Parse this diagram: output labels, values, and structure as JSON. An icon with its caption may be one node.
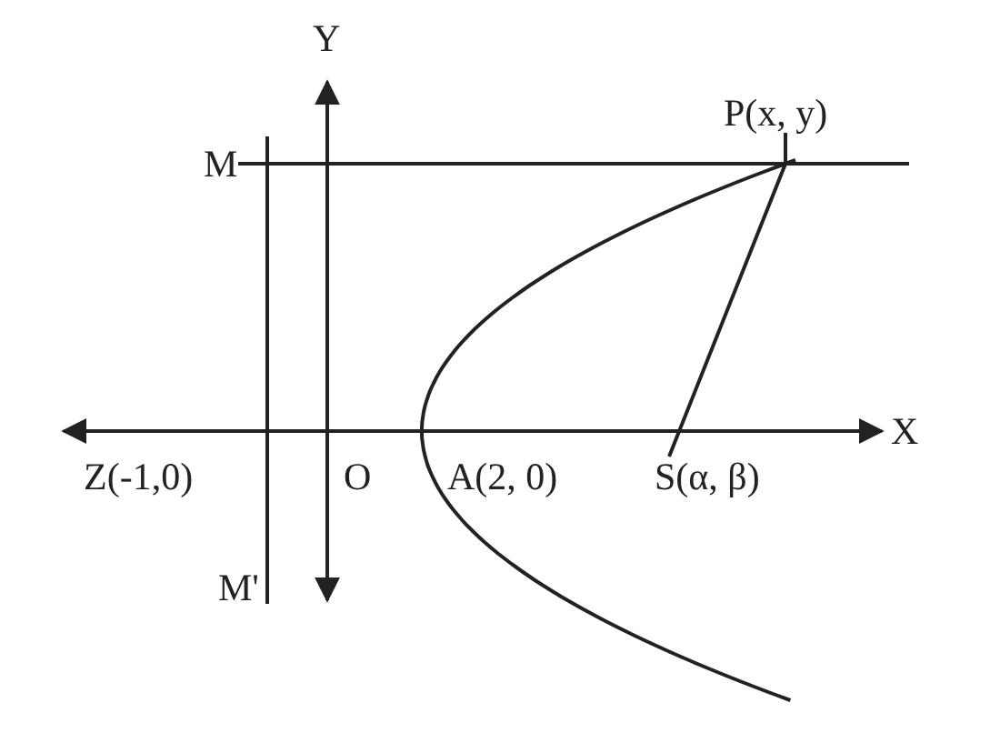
{
  "diagram": {
    "nodes": [
      {
        "text": [
          "M"
        ]
      },
      {
        "text": [
          "P(x, y)"
        ]
      },
      {
        "text": [
          "S(α, β)"
        ]
      }
    ],
    "edges": [
      {
        "from": 0,
        "to": 1,
        "arrow": "none"
      },
      {
        "from": 1,
        "to": 2,
        "arrow": "none"
      }
    ],
    "labels": [
      "Y",
      "X",
      "O",
      "A(2, 0)",
      "Z(-1,0)",
      "M'"
    ]
  }
}
